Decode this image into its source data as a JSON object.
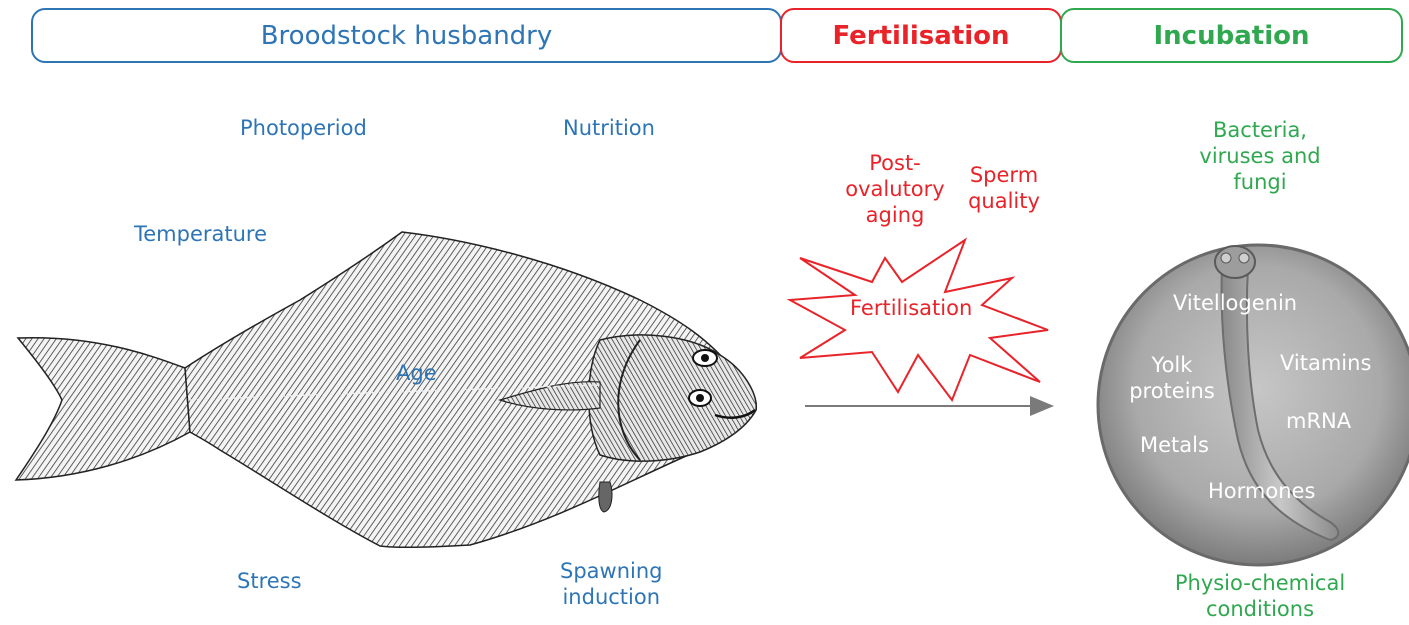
{
  "header": {
    "broodstock": "Broodstock husbandry",
    "fertilisation": "Fertilisation",
    "incubation": "Incubation"
  },
  "broodstock_factors": {
    "photoperiod": "Photoperiod",
    "nutrition": "Nutrition",
    "temperature": "Temperature",
    "age": "Age",
    "stress": "Stress",
    "spawning_induction": [
      "Spawning",
      "induction"
    ]
  },
  "fertilisation_factors": {
    "post_ovulatory_aging": [
      "Post-",
      "ovalutory",
      "aging"
    ],
    "sperm_quality": [
      "Sperm",
      "quality"
    ],
    "burst_label": "Fertilisation"
  },
  "incubation_factors": {
    "pathogens": [
      "Bacteria,",
      "viruses and",
      "fungi"
    ],
    "conditions": [
      "Physio-chemical",
      "conditions"
    ]
  },
  "egg_contents": {
    "vitellogenin": "Vitellogenin",
    "yolk_proteins": [
      "Yolk",
      "proteins"
    ],
    "vitamins": "Vitamins",
    "mrna": "mRNA",
    "metals": "Metals",
    "hormones": "Hormones"
  },
  "colors": {
    "broodstock": "#2e75b6",
    "fertilisation": "#e8242a",
    "incubation": "#2fa84f"
  }
}
